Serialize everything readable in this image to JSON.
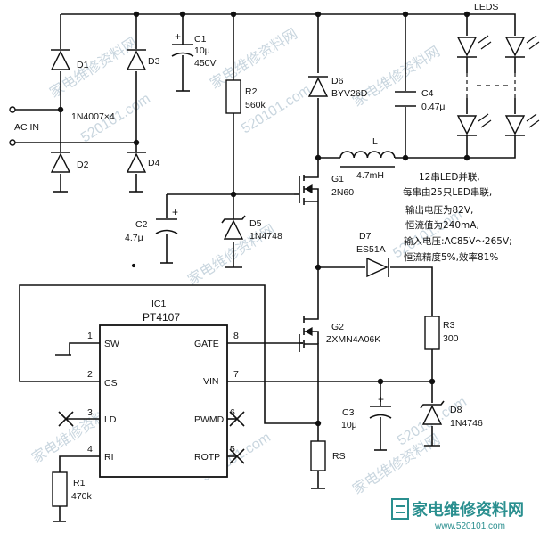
{
  "labels": {
    "leds": "LEDS",
    "ac_in": "AC IN",
    "bridge_note": "1N4007×4",
    "d1": "D1",
    "d2": "D2",
    "d3": "D3",
    "d4": "D4",
    "c1_name": "C1",
    "c1_val1": "10μ",
    "c1_val2": "450V",
    "r2_name": "R2",
    "r2_val": "560k",
    "d6_name": "D6",
    "d6_val": "BYV26D",
    "c4_name": "C4",
    "c4_val": "0.47μ",
    "l_name": "L",
    "l_val": "4.7mH",
    "g1_name": "G1",
    "g1_val": "2N60",
    "c2_name": "C2",
    "c2_val": "4.7μ",
    "d5_name": "D5",
    "d5_val": "1N4748",
    "d7_name": "D7",
    "d7_val": "ES51A",
    "ic_name": "IC1",
    "ic_part": "PT4107",
    "pin_sw": "SW",
    "pin_cs": "CS",
    "pin_ld": "LD",
    "pin_ri": "RI",
    "pin_gate": "GATE",
    "pin_vin": "VIN",
    "pin_pwmd": "PWMD",
    "pin_rotp": "ROTP",
    "pin1": "1",
    "pin2": "2",
    "pin3": "3",
    "pin4": "4",
    "pin5": "5",
    "pin6": "6",
    "pin7": "7",
    "pin8": "8",
    "g2_name": "G2",
    "g2_val": "ZXMN4A06K",
    "r3_name": "R3",
    "r3_val": "300",
    "c3_name": "C3",
    "c3_val": "10μ",
    "d8_name": "D8",
    "d8_val": "1N4746",
    "rs_name": "RS",
    "r1_name": "R1",
    "r1_val": "470k"
  },
  "notes": [
    "12串LED并联,",
    "每串由25只LED串联,",
    "输出电压为82V,",
    "恒流值为240mA,",
    "输入电压:AC85V～265V;",
    "恒流精度5%,效率81%"
  ],
  "watermark": {
    "site_cn": "家电维修资料网",
    "site_url": "520101.com",
    "logo_text": "家电维修资料网",
    "logo_url": "www.520101.com"
  },
  "colors": {
    "ink": "#111111",
    "logo": "#2a8f8f",
    "watermark": "#c9d6df"
  }
}
